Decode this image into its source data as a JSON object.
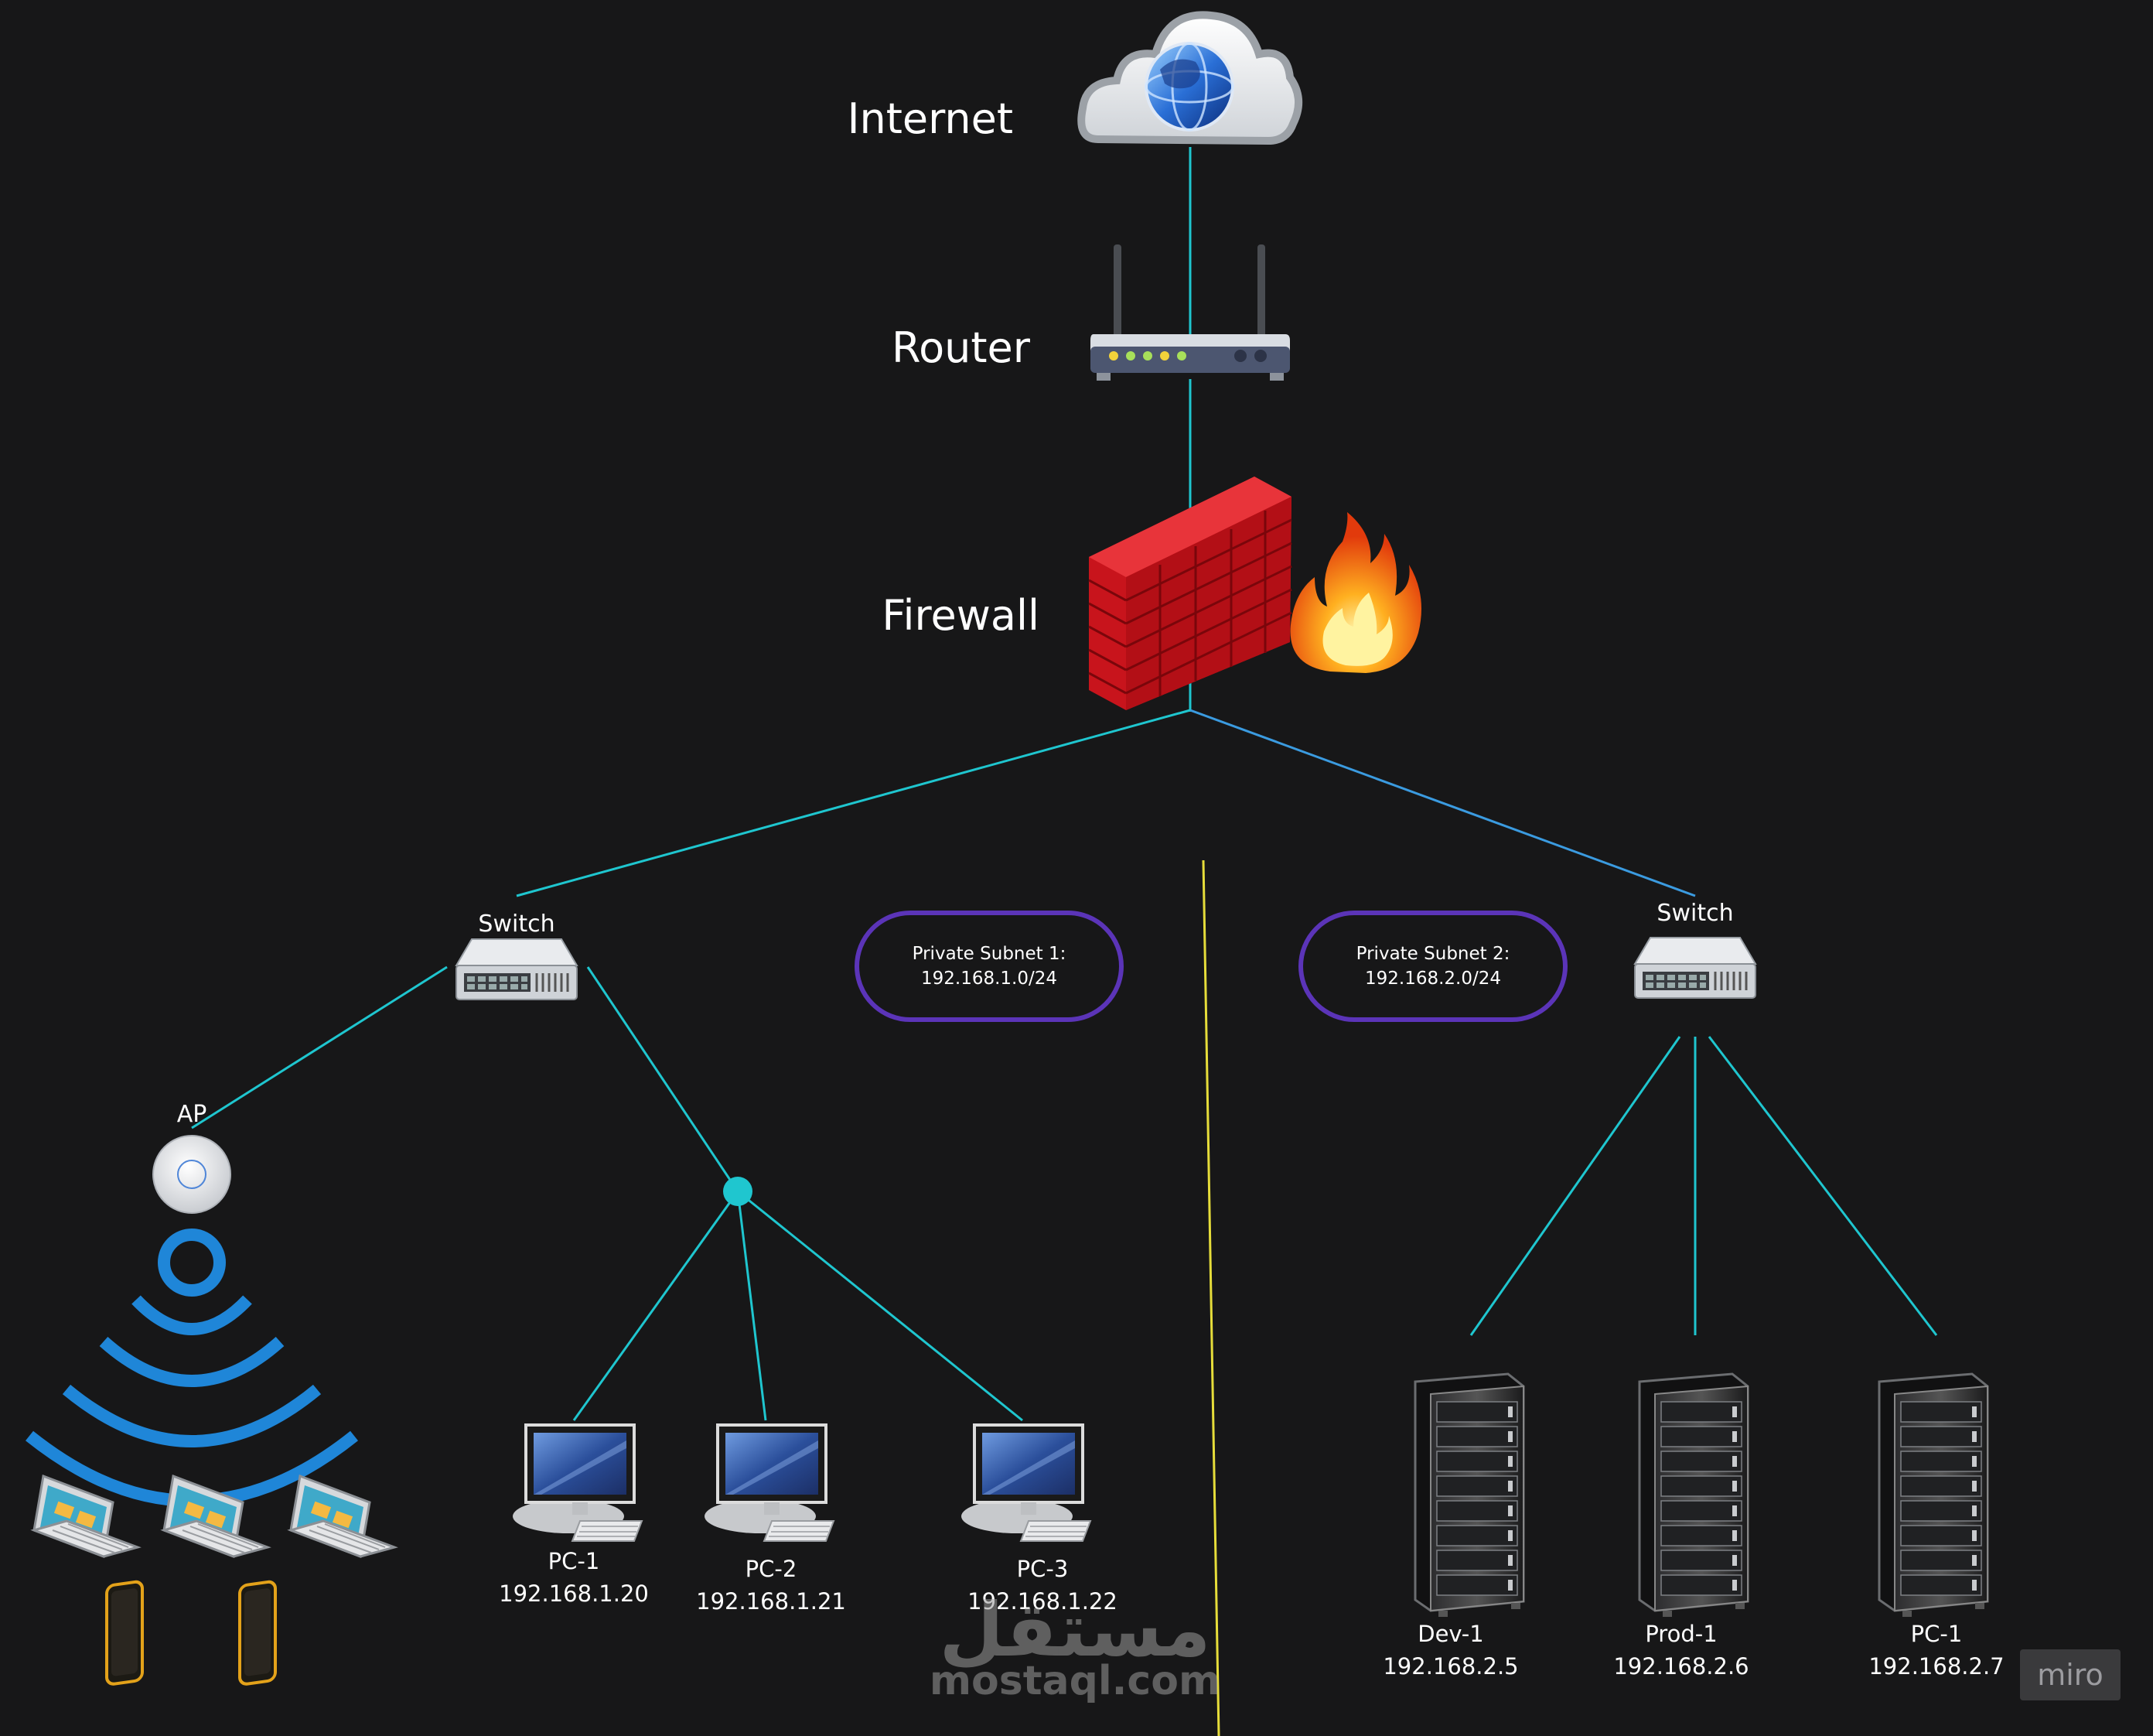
{
  "colors": {
    "background": "#171718",
    "link": "#1fc6cf",
    "link_blue": "#3b9be0",
    "divider": "#e6dd3a",
    "pill_border": "#5b34b8",
    "wifi": "#1f86d8",
    "hub_dot": "#1fc6cf",
    "label": "#ffffff"
  },
  "labels": {
    "internet": "Internet",
    "router": "Router",
    "firewall": "Firewall",
    "switch_1": "Switch",
    "switch_2": "Switch",
    "ap": "AP"
  },
  "subnets": [
    {
      "line1": "Private Subnet 1:",
      "line2": "192.168.1.0/24"
    },
    {
      "line1": "Private Subnet 2:",
      "line2": "192.168.2.0/24"
    }
  ],
  "pcs": [
    {
      "name": "PC-1",
      "ip": "192.168.1.20"
    },
    {
      "name": "PC-2",
      "ip": "192.168.1.21"
    },
    {
      "name": "PC-3",
      "ip": "192.168.1.22"
    }
  ],
  "servers": [
    {
      "name": "Dev-1",
      "ip": "192.168.2.5"
    },
    {
      "name": "Prod-1",
      "ip": "192.168.2.6"
    },
    {
      "name": "PC-1",
      "ip": "192.168.2.7"
    }
  ],
  "watermark": {
    "arabic": "مستقل",
    "latin": "mostaql.com"
  },
  "badge": "miro",
  "icons": [
    "cloud-globe-icon",
    "router-icon",
    "firewall-brick-icon",
    "fire-icon",
    "switch-icon",
    "access-point-icon",
    "wifi-icon",
    "laptop-icon",
    "phone-icon",
    "desktop-pc-icon",
    "server-rack-icon"
  ]
}
